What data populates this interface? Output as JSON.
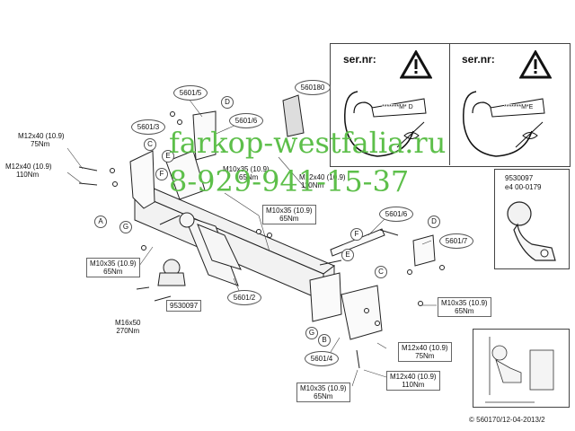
{
  "watermark": {
    "site": "farkop-westfalia.ru",
    "phone": "8-929-941-15-37"
  },
  "part_bubbles": {
    "top_bracket": "5601/5",
    "left_plate": "5601/3",
    "right_top": "5601/6",
    "kit": "560180",
    "right_plate": "5601/6",
    "right_bracket": "5601/7",
    "center": "5601/2",
    "bottom_bracket": "5601/4"
  },
  "letters": {
    "a": "A",
    "b": "B",
    "c_left": "C",
    "c_right": "C",
    "d_top": "D",
    "d_right": "D",
    "e_left": "E",
    "e_right": "E",
    "f_left": "F",
    "f_right": "F",
    "g_left": "G",
    "g_right": "G"
  },
  "torques": {
    "m12_75_top": {
      "spec": "M12x40 (10.9)",
      "torque": "75Nm"
    },
    "m12_110_left": {
      "spec": "M12x40 (10.9)",
      "torque": "110Nm"
    },
    "m10_center_top": {
      "spec": "M10x35 (10.9)",
      "torque": "65Nm"
    },
    "m12_110_center": {
      "spec": "M12x40 (10.9)",
      "torque": "110Nm"
    },
    "m10_center": {
      "spec": "M10x35 (10.9)",
      "torque": "65Nm"
    },
    "m10_left": {
      "spec": "M10x35 (10.9)",
      "torque": "65Nm"
    },
    "m10_right": {
      "spec": "M10x35 (10.9)",
      "torque": "65Nm"
    },
    "m16": {
      "spec": "M16x50",
      "torque": "270Nm"
    },
    "m12_75_bottom": {
      "spec": "M12x40 (10.9)",
      "torque": "75Nm"
    },
    "m12_110_bottom": {
      "spec": "M12x40 (10.9)",
      "torque": "110Nm"
    },
    "m10_bottom": {
      "spec": "M10x35 (10.9)",
      "torque": "65Nm"
    }
  },
  "ball_box": "9530097",
  "serial_panel": {
    "label_left": "ser.nr:",
    "label_right": "ser.nr:",
    "mark_left": "*******M* D",
    "mark_right": "*******M*E"
  },
  "approval": {
    "part": "9530097",
    "code": "e4 00-0179"
  },
  "footer": "© 560170/12-04-2013/2"
}
